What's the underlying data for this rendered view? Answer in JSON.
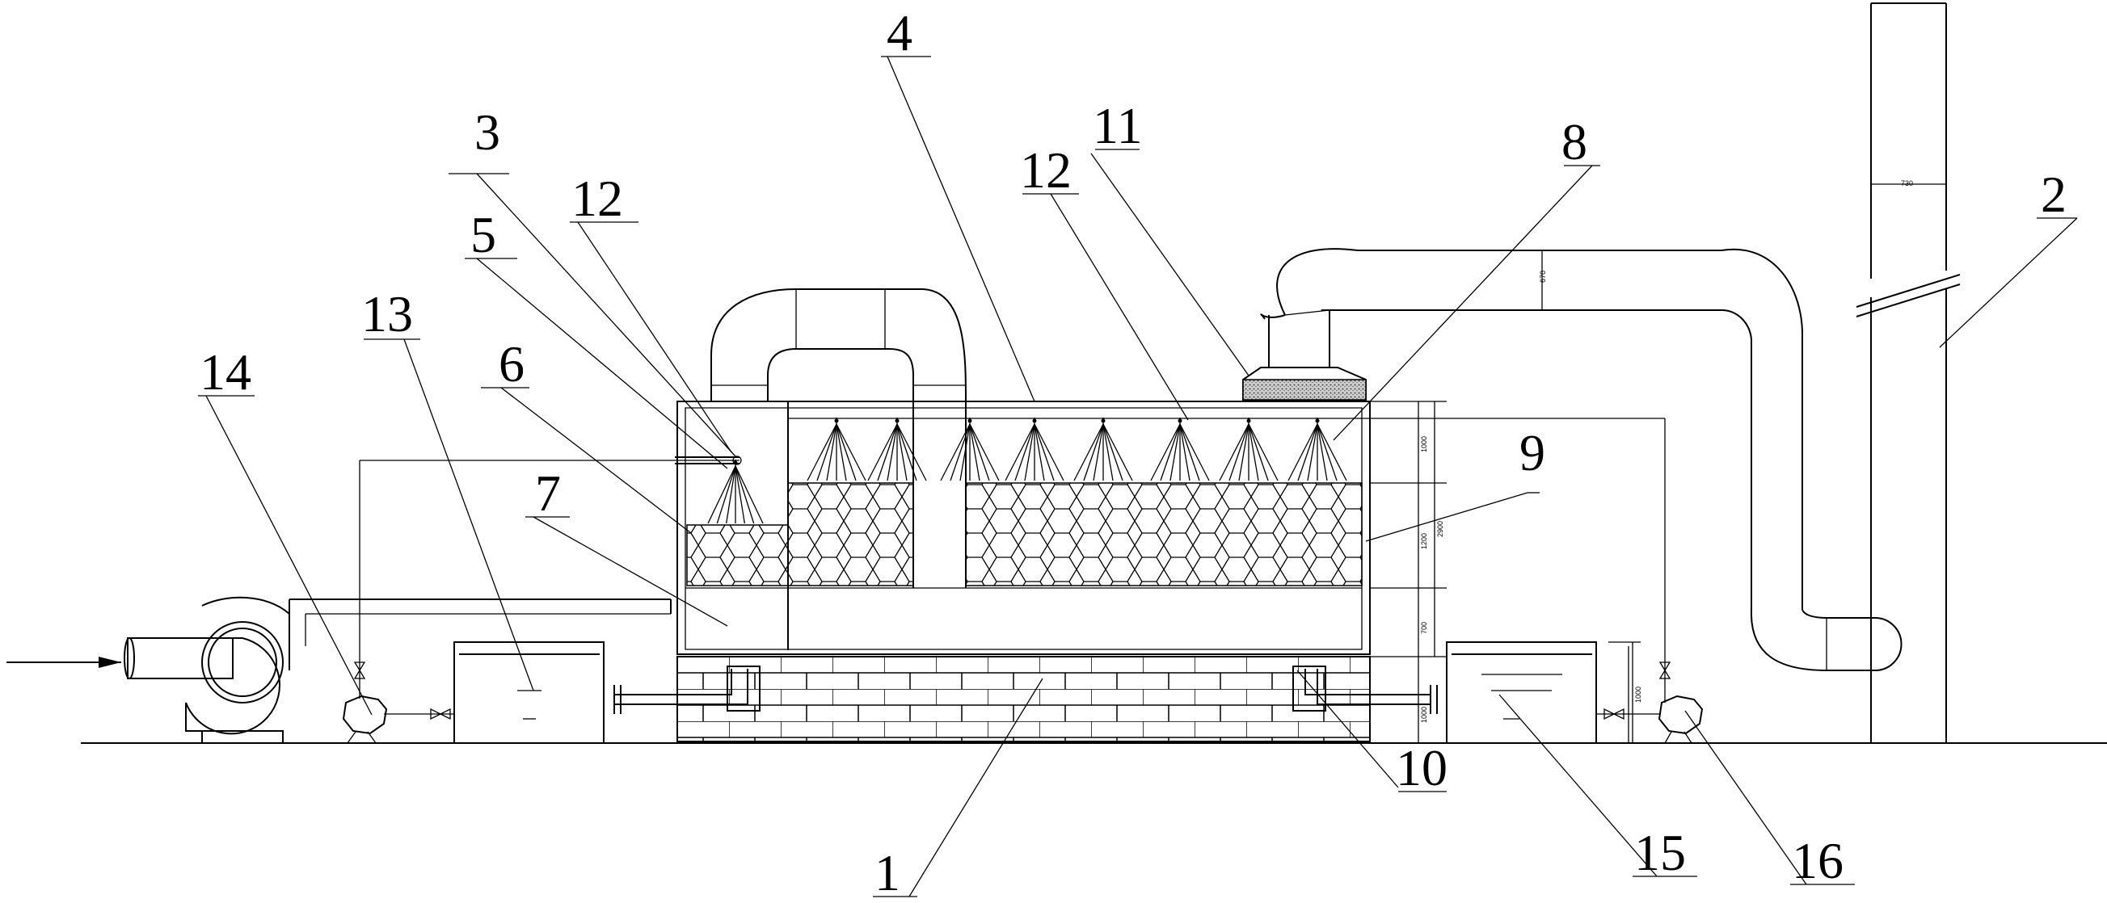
{
  "labels": {
    "l1": "1",
    "l2": "2",
    "l3": "3",
    "l4": "4",
    "l5": "5",
    "l6": "6",
    "l7": "7",
    "l8": "8",
    "l9": "9",
    "l10": "10",
    "l11": "11",
    "l12a": "12",
    "l12b": "12",
    "l13": "13",
    "l14": "14",
    "l15": "15",
    "l16": "16"
  },
  "dims": {
    "stack_width": "730",
    "duct_height": "670",
    "spray_zone": "1000",
    "packing_zone": "1200",
    "total_height": "2900",
    "sump_zone": "700",
    "base_height": "1000",
    "tank_height": "1000"
  },
  "colors": {
    "line": "#000000",
    "background": "#ffffff",
    "filter_media": "#888888"
  }
}
